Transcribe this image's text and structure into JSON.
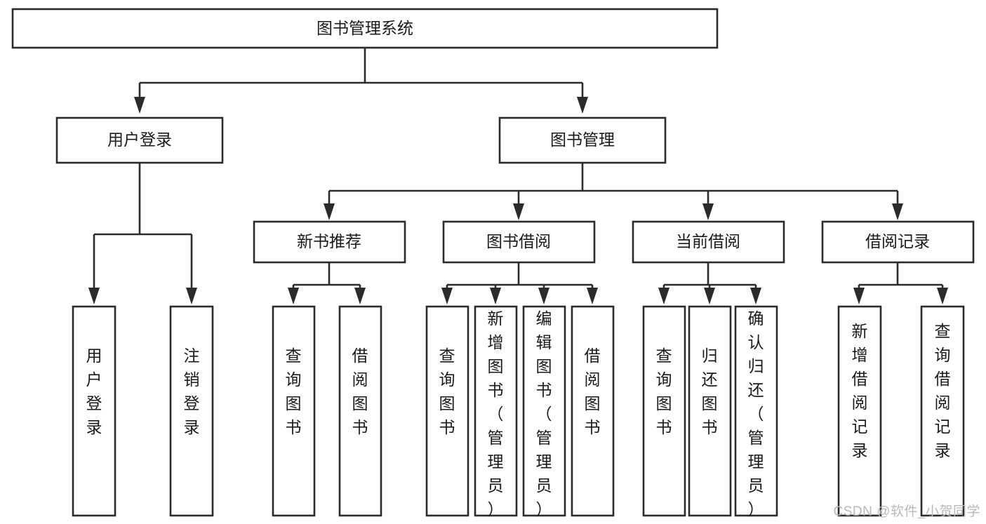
{
  "diagram": {
    "title": "图书管理系统",
    "type": "tree-hierarchy-diagram",
    "colors": {
      "box_fill": "#ffffff",
      "box_stroke": "#2b2b2b",
      "text": "#1a1a1a",
      "background": "#ffffff",
      "watermark": "#b9b9b9"
    },
    "root": {
      "label": "图书管理系统",
      "orientation": "horizontal"
    },
    "level2": [
      {
        "label": "用户登录",
        "orientation": "horizontal"
      },
      {
        "label": "图书管理",
        "orientation": "horizontal"
      }
    ],
    "level3": [
      {
        "label": "新书推荐",
        "orientation": "horizontal"
      },
      {
        "label": "图书借阅",
        "orientation": "horizontal"
      },
      {
        "label": "当前借阅",
        "orientation": "horizontal"
      },
      {
        "label": "借阅记录",
        "orientation": "horizontal"
      }
    ],
    "leaves": {
      "user_login": [
        {
          "label": "用户登录",
          "orientation": "vertical"
        },
        {
          "label": "注销登录",
          "orientation": "vertical"
        }
      ],
      "new_book_recommend": [
        {
          "label": "查询图书",
          "orientation": "vertical"
        },
        {
          "label": "借阅图书",
          "orientation": "vertical"
        }
      ],
      "book_borrow": [
        {
          "label": "查询图书",
          "orientation": "vertical"
        },
        {
          "label": "新增图书（管理员）",
          "orientation": "vertical"
        },
        {
          "label": "编辑图书（管理员）",
          "orientation": "vertical"
        },
        {
          "label": "借阅图书",
          "orientation": "vertical"
        }
      ],
      "current_borrow": [
        {
          "label": "查询图书",
          "orientation": "vertical"
        },
        {
          "label": "归还图书",
          "orientation": "vertical"
        },
        {
          "label": "确认归还（管理员）",
          "orientation": "vertical"
        }
      ],
      "borrow_record": [
        {
          "label": "新增借阅记录",
          "orientation": "vertical"
        },
        {
          "label": "查询借阅记录",
          "orientation": "vertical"
        }
      ]
    }
  },
  "watermark": {
    "text": "CSDN @软件_小贺同学"
  }
}
